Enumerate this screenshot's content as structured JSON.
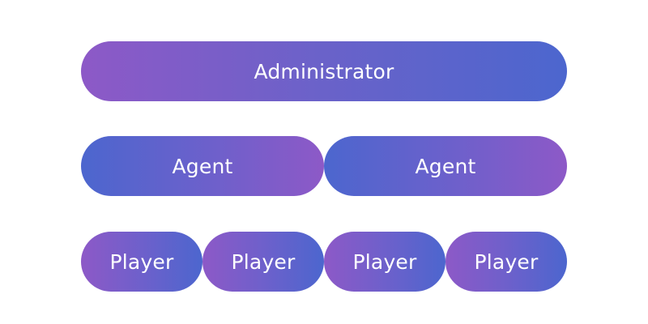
{
  "colors": {
    "purple": "#8D59C7",
    "blue": "#4C66CE"
  },
  "hierarchy": {
    "administrator": {
      "label": "Administrator"
    },
    "agents": [
      {
        "label": "Agent"
      },
      {
        "label": "Agent"
      }
    ],
    "players": [
      {
        "label": "Player"
      },
      {
        "label": "Player"
      },
      {
        "label": "Player"
      },
      {
        "label": "Player"
      }
    ]
  }
}
